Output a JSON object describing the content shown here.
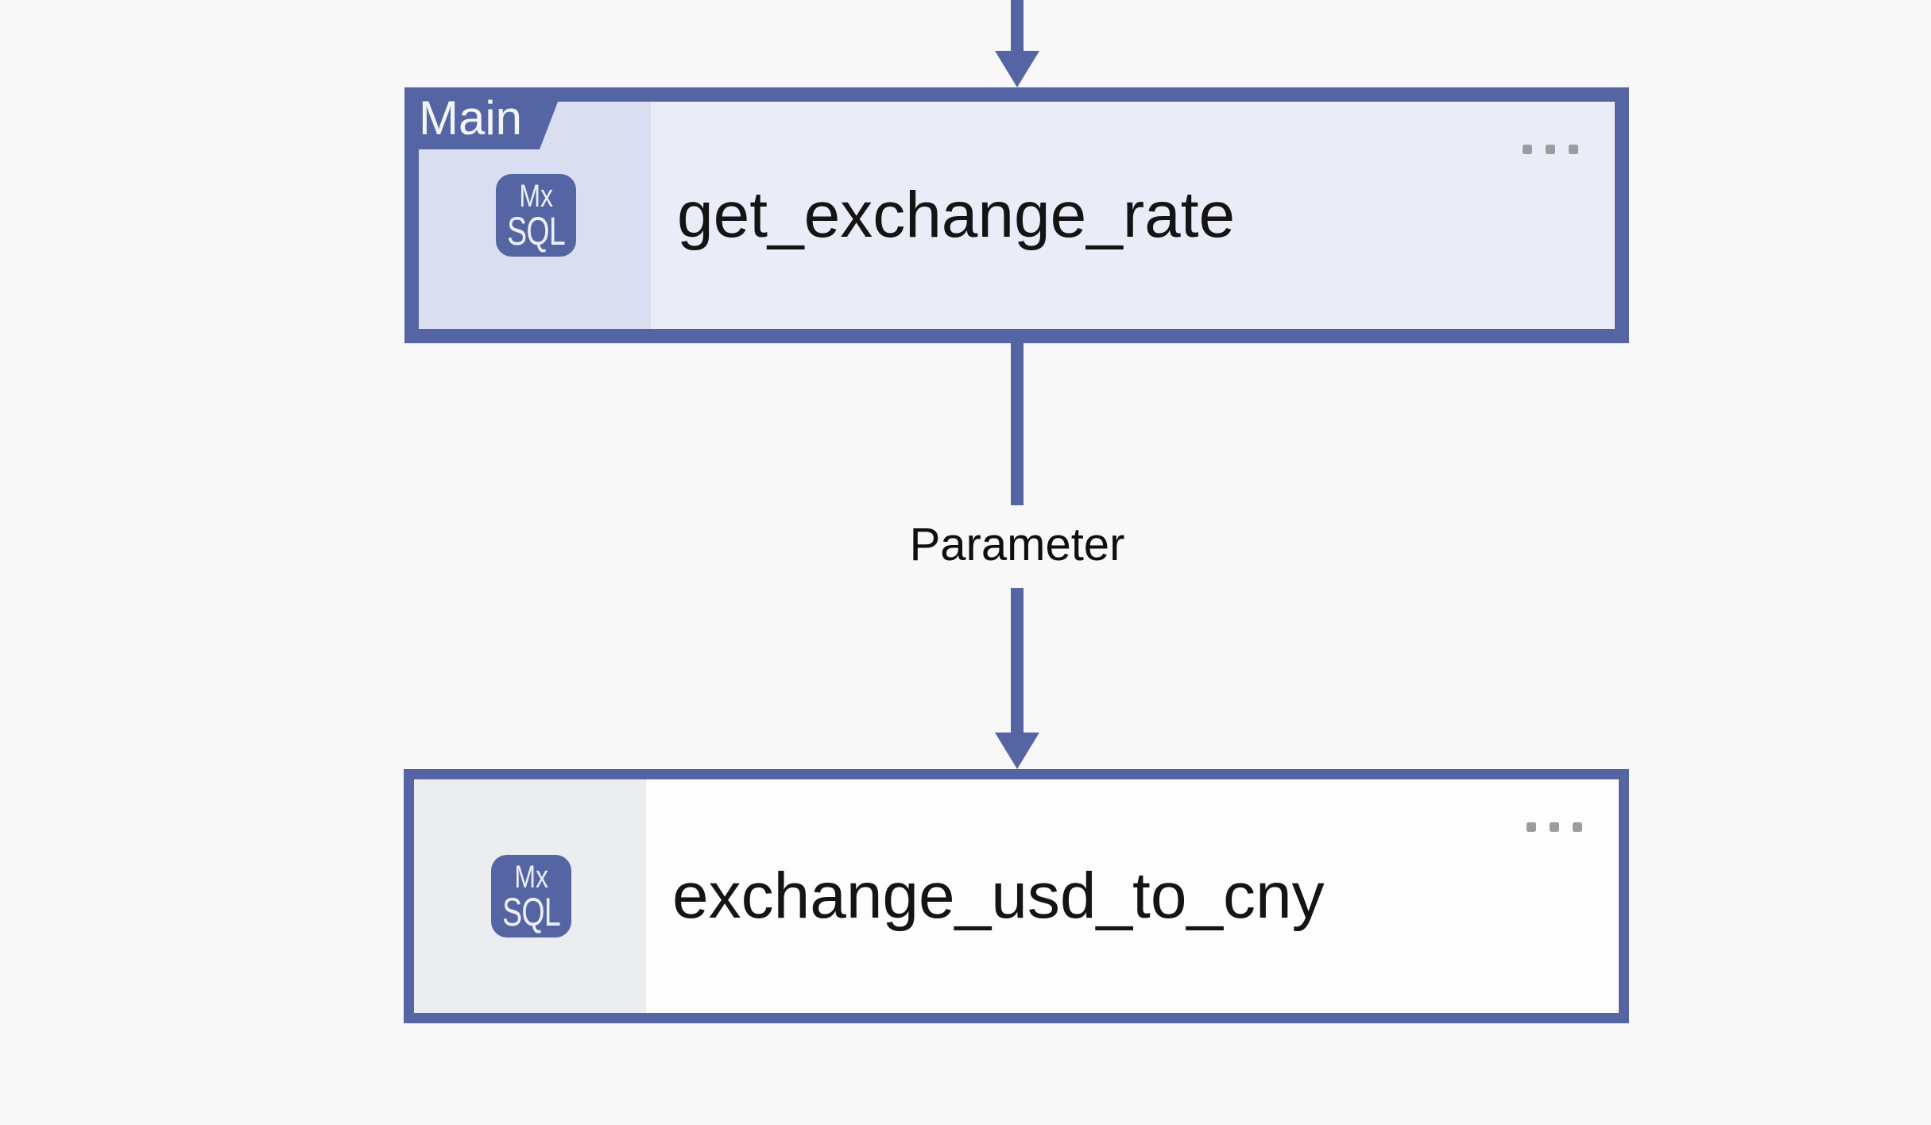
{
  "diagram": {
    "edges": [
      {
        "name": "incoming-edge",
        "label": ""
      },
      {
        "name": "parameter-edge",
        "label": "Parameter"
      }
    ],
    "nodes": [
      {
        "tab": "Main",
        "label": "get_exchange_rate",
        "selected": true,
        "icon": {
          "name": "mxsql-icon",
          "line1": "Mx",
          "line2": "SQL"
        },
        "menu_icon": "ellipsis"
      },
      {
        "tab": "",
        "label": "exchange_usd_to_cny",
        "selected": false,
        "icon": {
          "name": "mxsql-icon",
          "line1": "Mx",
          "line2": "SQL"
        },
        "menu_icon": "ellipsis"
      }
    ],
    "colors": {
      "accent_blue": "#5565a3",
      "canvas_background": "#f8f8f8",
      "selected_node_fill": "#eaedf8",
      "selected_node_panel": "#d9def0",
      "node_fill": "#fdfdfe",
      "node_panel": "#ebedf1",
      "ellipsis_dot": "#9c9c9e",
      "label_text": "#141414",
      "tab_text": "#f3f5fa"
    }
  }
}
